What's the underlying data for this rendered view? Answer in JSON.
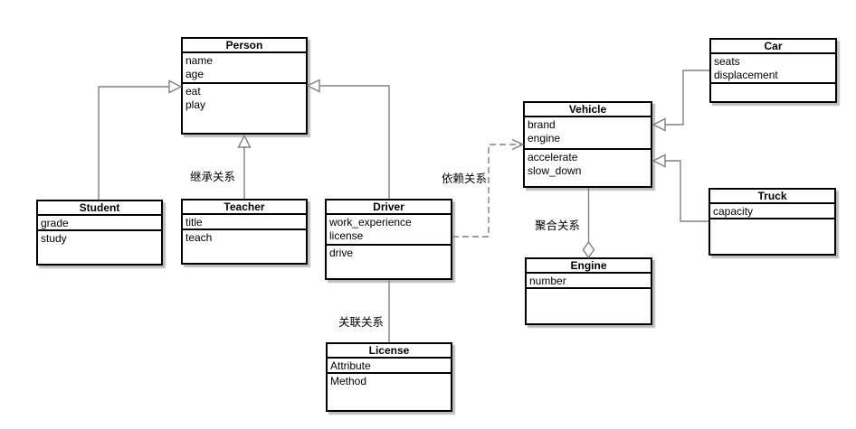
{
  "diagram": {
    "type": "uml-class-diagram",
    "colors": {
      "line": "#808080",
      "border": "#000000",
      "background": "#ffffff",
      "shadow": "#bdbdbd"
    },
    "classes": [
      {
        "name": "Person",
        "attributes": [
          "name",
          "age"
        ],
        "methods": [
          "eat",
          "play"
        ]
      },
      {
        "name": "Student",
        "attributes": [
          "grade"
        ],
        "methods": [
          "study"
        ]
      },
      {
        "name": "Teacher",
        "attributes": [
          "title"
        ],
        "methods": [
          "teach"
        ]
      },
      {
        "name": "Driver",
        "attributes": [
          "work_experience",
          "license"
        ],
        "methods": [
          "drive"
        ]
      },
      {
        "name": "License",
        "attributes": [
          "Attribute"
        ],
        "methods": [
          "Method"
        ]
      },
      {
        "name": "Vehicle",
        "attributes": [
          "brand",
          "engine"
        ],
        "methods": [
          "accelerate",
          "slow_down"
        ]
      },
      {
        "name": "Engine",
        "attributes": [
          "number"
        ],
        "methods": []
      },
      {
        "name": "Car",
        "attributes": [
          "seats",
          "displacement"
        ],
        "methods": []
      },
      {
        "name": "Truck",
        "attributes": [
          "capacity"
        ],
        "methods": []
      }
    ],
    "edges": [
      {
        "id": "student-person",
        "type": "inheritance",
        "from": "Student",
        "to": "Person"
      },
      {
        "id": "teacher-person",
        "type": "inheritance",
        "from": "Teacher",
        "to": "Person",
        "label": "继承关系"
      },
      {
        "id": "driver-person",
        "type": "inheritance",
        "from": "Driver",
        "to": "Person"
      },
      {
        "id": "driver-vehicle",
        "type": "dependency",
        "from": "Driver",
        "to": "Vehicle",
        "label": "依赖关系"
      },
      {
        "id": "driver-license",
        "type": "association",
        "from": "Driver",
        "to": "License",
        "label": "关联关系"
      },
      {
        "id": "vehicle-engine",
        "type": "aggregation",
        "from": "Vehicle",
        "to": "Engine",
        "label": "聚合关系"
      },
      {
        "id": "car-vehicle",
        "type": "inheritance",
        "from": "Car",
        "to": "Vehicle"
      },
      {
        "id": "truck-vehicle",
        "type": "inheritance",
        "from": "Truck",
        "to": "Vehicle"
      }
    ]
  }
}
